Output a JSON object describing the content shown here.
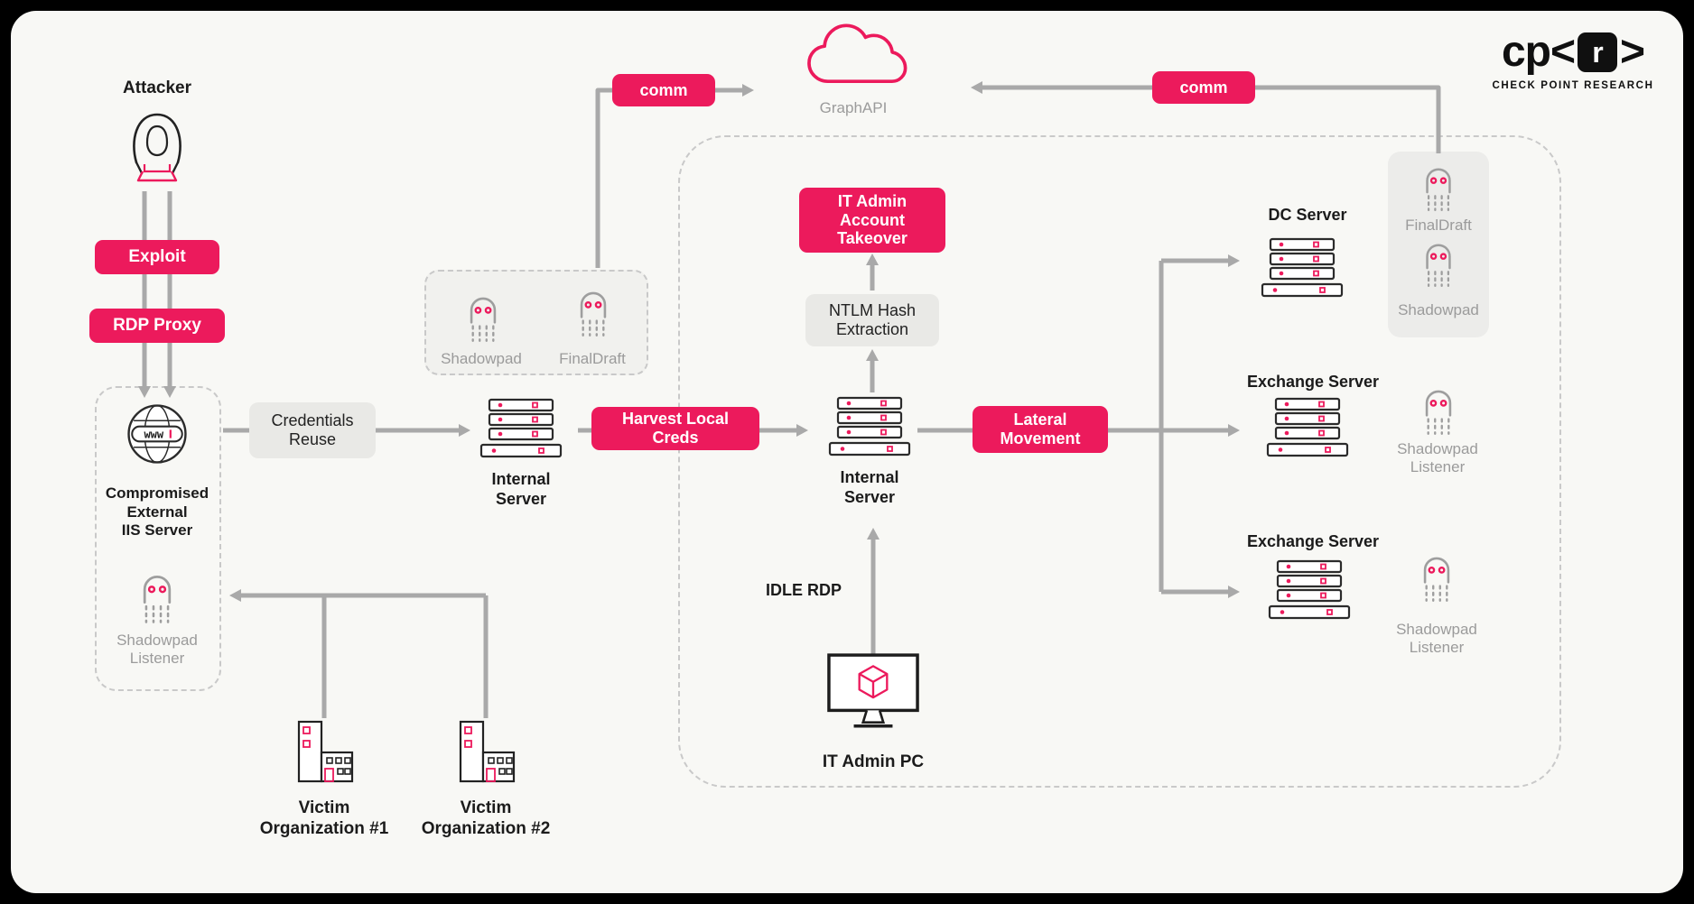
{
  "colors": {
    "pink": "#EC1A5C",
    "arrow": "#a9a9a9",
    "ghost_gray": "#9e9e9e"
  },
  "logo": {
    "cp": "cp",
    "open_bracket": "<",
    "r": "r",
    "close_bracket": ">",
    "subtitle": "CHECK POINT RESEARCH"
  },
  "cloud": {
    "label": "GraphAPI"
  },
  "comm": {
    "left": "comm",
    "right": "comm"
  },
  "attacker": {
    "label": "Attacker",
    "exploit": "Exploit",
    "rdp_proxy": "RDP Proxy"
  },
  "iis": {
    "label": "Compromised\nExternal\nIIS Server",
    "listener": "Shadowpad\nListener"
  },
  "flow": {
    "credentials_reuse": "Credentials\nReuse",
    "internal_server_1": "Internal\nServer",
    "harvest": "Harvest Local\nCreds",
    "internal_server_2": "Internal\nServer",
    "ntlm": "NTLM Hash\nExtraction",
    "takeover": "IT Admin\nAccount\nTakeover",
    "lateral": "Lateral\nMovement",
    "idle_rdp": "IDLE RDP",
    "it_admin_pc": "IT Admin PC"
  },
  "implants_mid": {
    "shadowpad": "Shadowpad",
    "finaldraft": "FinalDraft"
  },
  "implants_right": {
    "finaldraft": "FinalDraft",
    "shadowpad": "Shadowpad"
  },
  "targets": {
    "dc": "DC Server",
    "exchange_1": "Exchange Server",
    "exchange_1_listener": "Shadowpad\nListener",
    "exchange_2": "Exchange Server",
    "exchange_2_listener": "Shadowpad\nListener"
  },
  "victims": {
    "org1": "Victim\nOrganization #1",
    "org2": "Victim\nOrganization #2"
  },
  "edges": [
    {
      "from": "Attacker",
      "to": "Compromised External IIS Server",
      "via": "Exploit / RDP Proxy"
    },
    {
      "from": "Compromised External IIS Server",
      "to": "Internal Server",
      "label": "Credentials Reuse"
    },
    {
      "from": "Internal Server",
      "to": "Internal Server",
      "label": "Harvest Local Creds"
    },
    {
      "from": "Shadowpad/FinalDraft implants",
      "to": "GraphAPI",
      "label": "comm"
    },
    {
      "from": "FinalDraft/Shadowpad implants",
      "to": "GraphAPI",
      "label": "comm"
    },
    {
      "from": "Internal Server",
      "to": "NTLM Hash Extraction",
      "label": ""
    },
    {
      "from": "NTLM Hash Extraction",
      "to": "IT Admin Account Takeover",
      "label": ""
    },
    {
      "from": "Internal Server",
      "to": "DC Server / Exchange Server / Exchange Server",
      "label": "Lateral Movement"
    },
    {
      "from": "IT Admin PC",
      "to": "Internal Server",
      "label": "IDLE RDP"
    },
    {
      "from": "Victim Organization #1 / Victim Organization #2",
      "to": "Shadowpad Listener",
      "label": ""
    }
  ]
}
